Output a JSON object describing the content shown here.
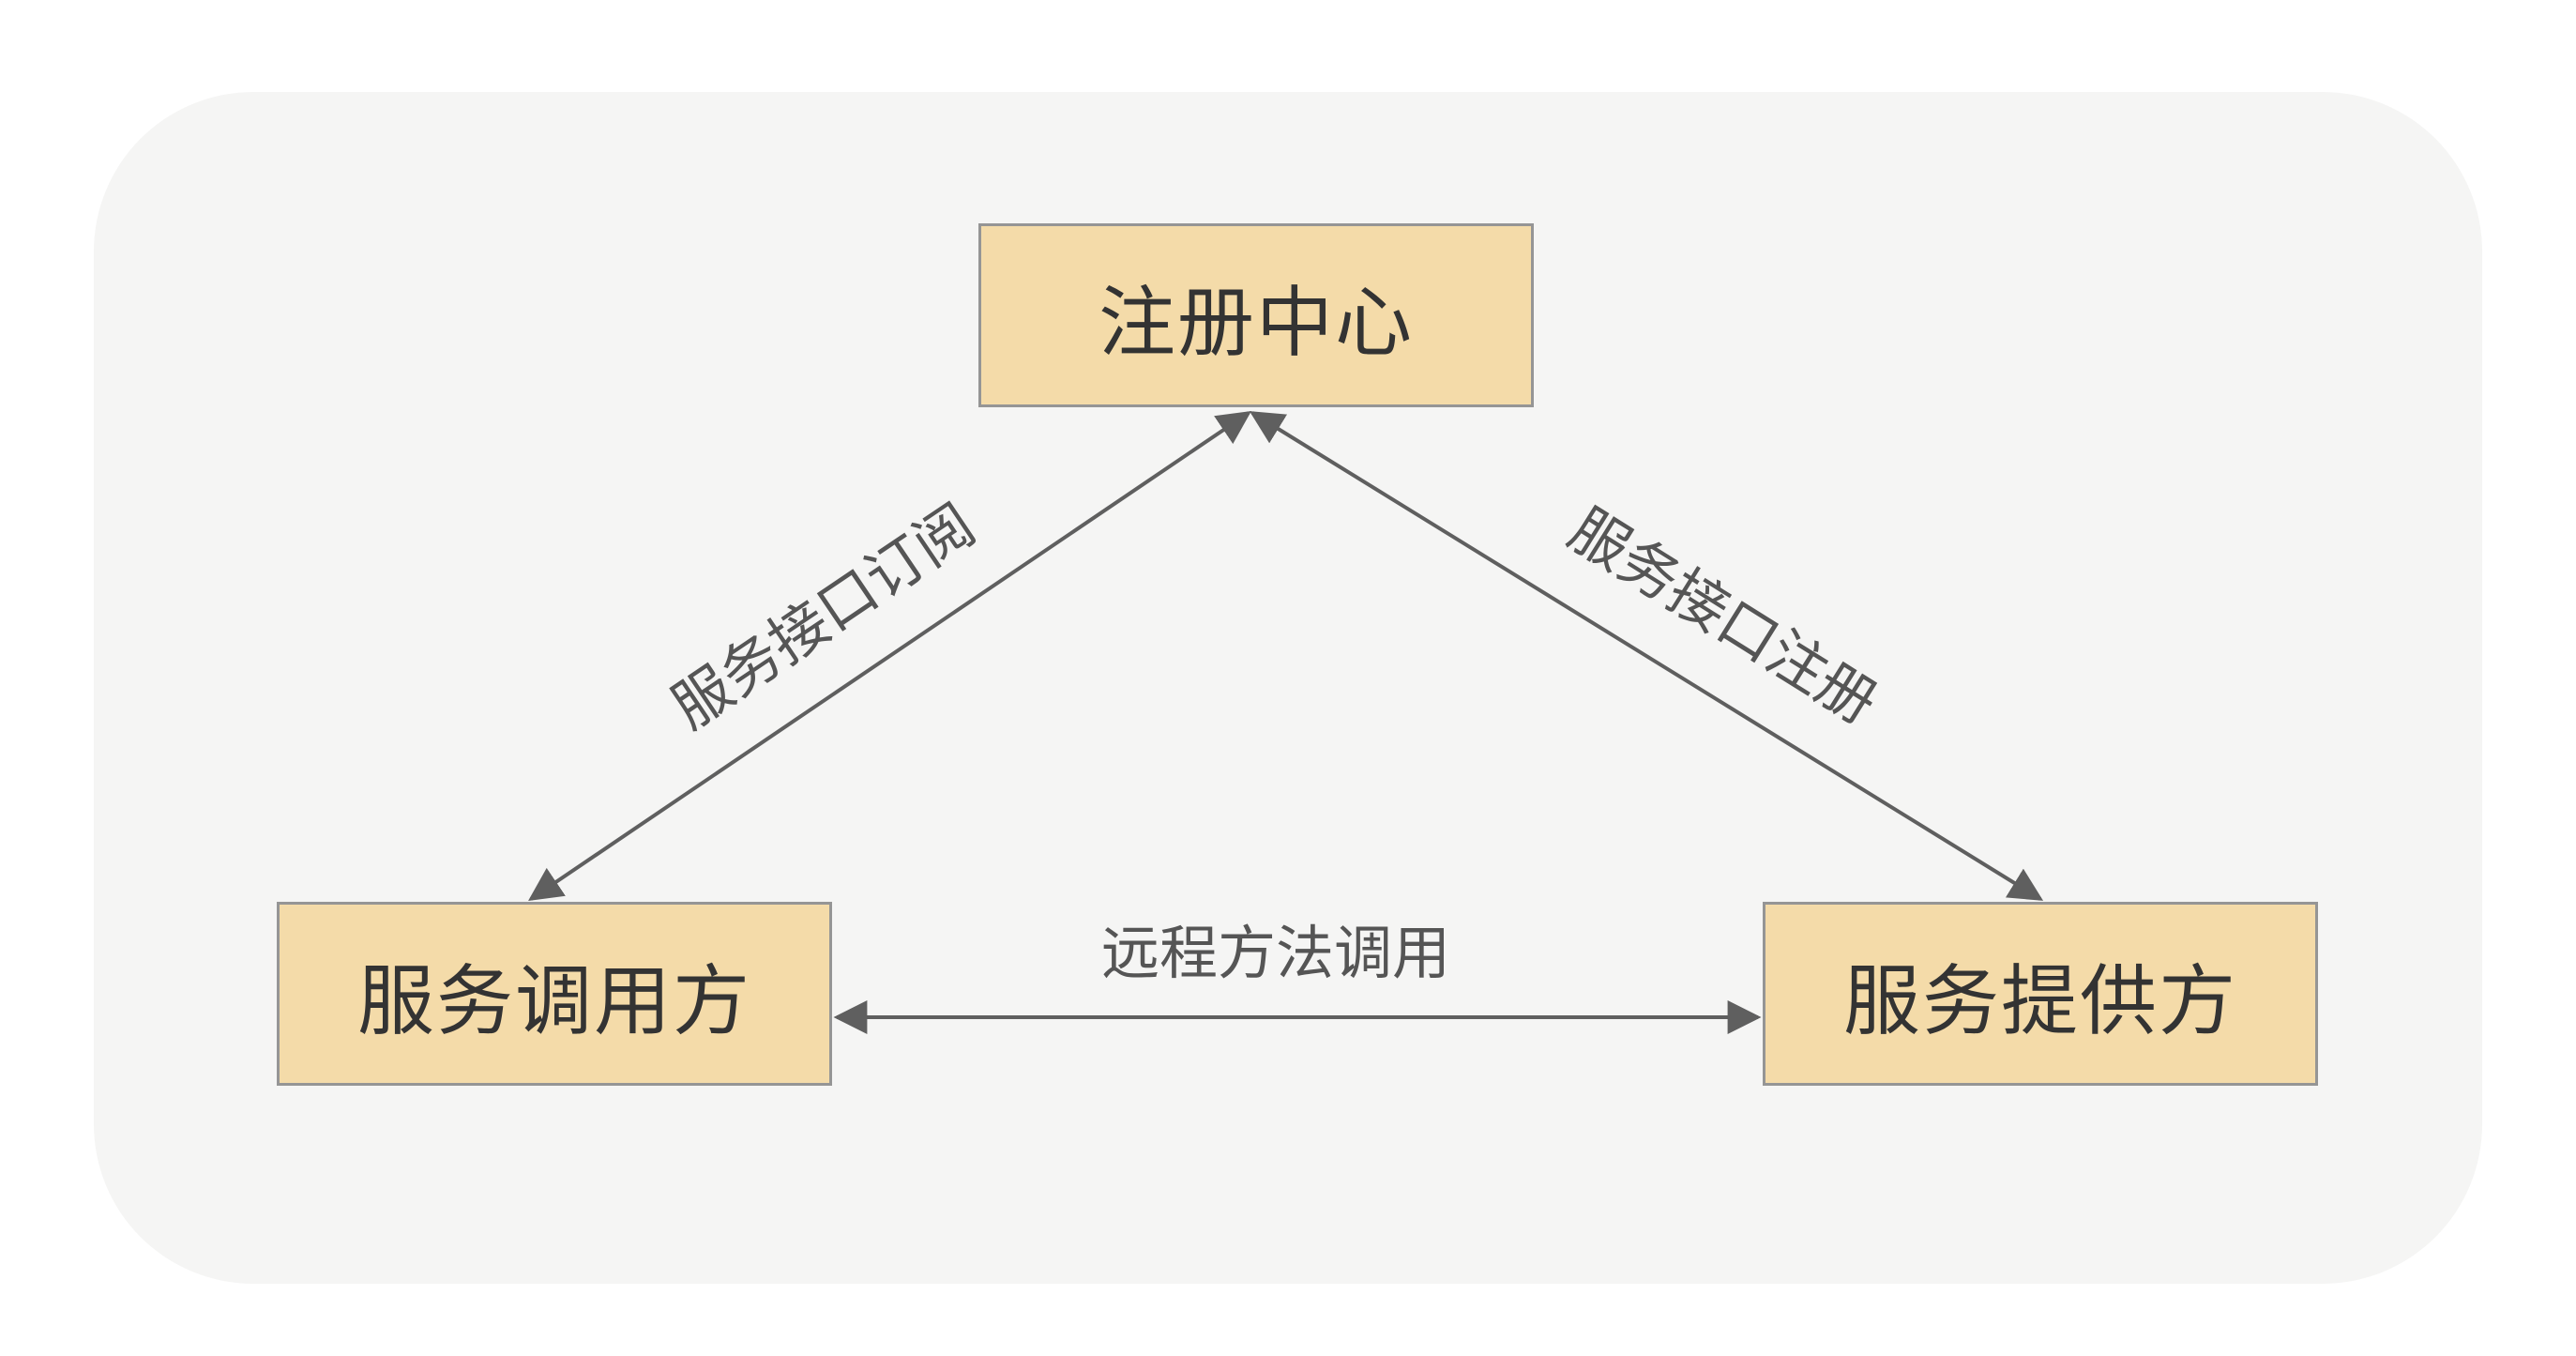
{
  "nodes": {
    "registry": "注册中心",
    "consumer": "服务调用方",
    "provider": "服务提供方"
  },
  "edges": {
    "subscribe": "服务接口订阅",
    "register": "服务接口注册",
    "rpc": "远程方法调用"
  },
  "colors": {
    "node_fill": "#f4dba9",
    "node_border": "#959595",
    "panel": "#f5f5f4",
    "arrow": "#5f5f5f"
  }
}
